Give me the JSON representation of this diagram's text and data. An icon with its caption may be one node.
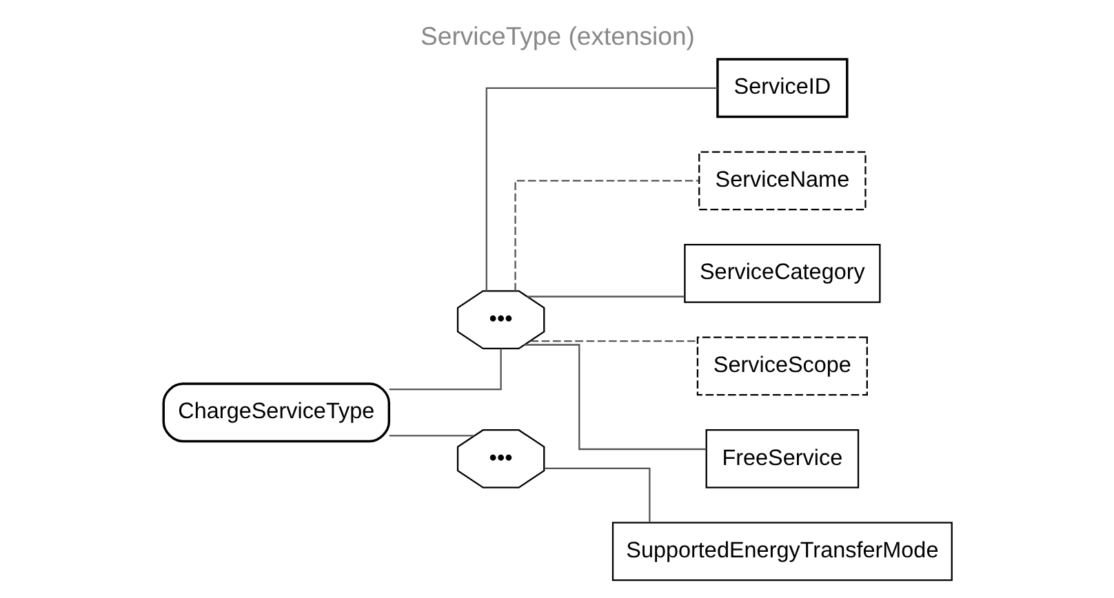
{
  "diagram": {
    "title": "ServiceType (extension)",
    "nodes": [
      {
        "text": [
          "ChargeServiceType"
        ]
      },
      {
        "text": [
          "•••"
        ]
      },
      {
        "text": [
          "ServiceID"
        ]
      },
      {
        "text": [
          "ServiceName"
        ]
      },
      {
        "text": [
          "ServiceCategory"
        ]
      },
      {
        "text": [
          "ServiceScope"
        ]
      },
      {
        "text": [
          "FreeService"
        ]
      },
      {
        "text": [
          "•••"
        ]
      },
      {
        "text": [
          "SupportedEnergyTransferMode"
        ]
      }
    ],
    "edges": [
      {
        "from": 0,
        "to": 1,
        "arrow": "none"
      },
      {
        "from": 0,
        "to": 7,
        "arrow": "none"
      },
      {
        "from": 1,
        "to": 2,
        "arrow": "none"
      },
      {
        "from": 1,
        "to": 3,
        "arrow": "none",
        "style": "dashed"
      },
      {
        "from": 1,
        "to": 4,
        "arrow": "none"
      },
      {
        "from": 1,
        "to": 5,
        "arrow": "none",
        "style": "dashed"
      },
      {
        "from": 1,
        "to": 6,
        "arrow": "none"
      },
      {
        "from": 7,
        "to": 8,
        "arrow": "none"
      }
    ]
  }
}
